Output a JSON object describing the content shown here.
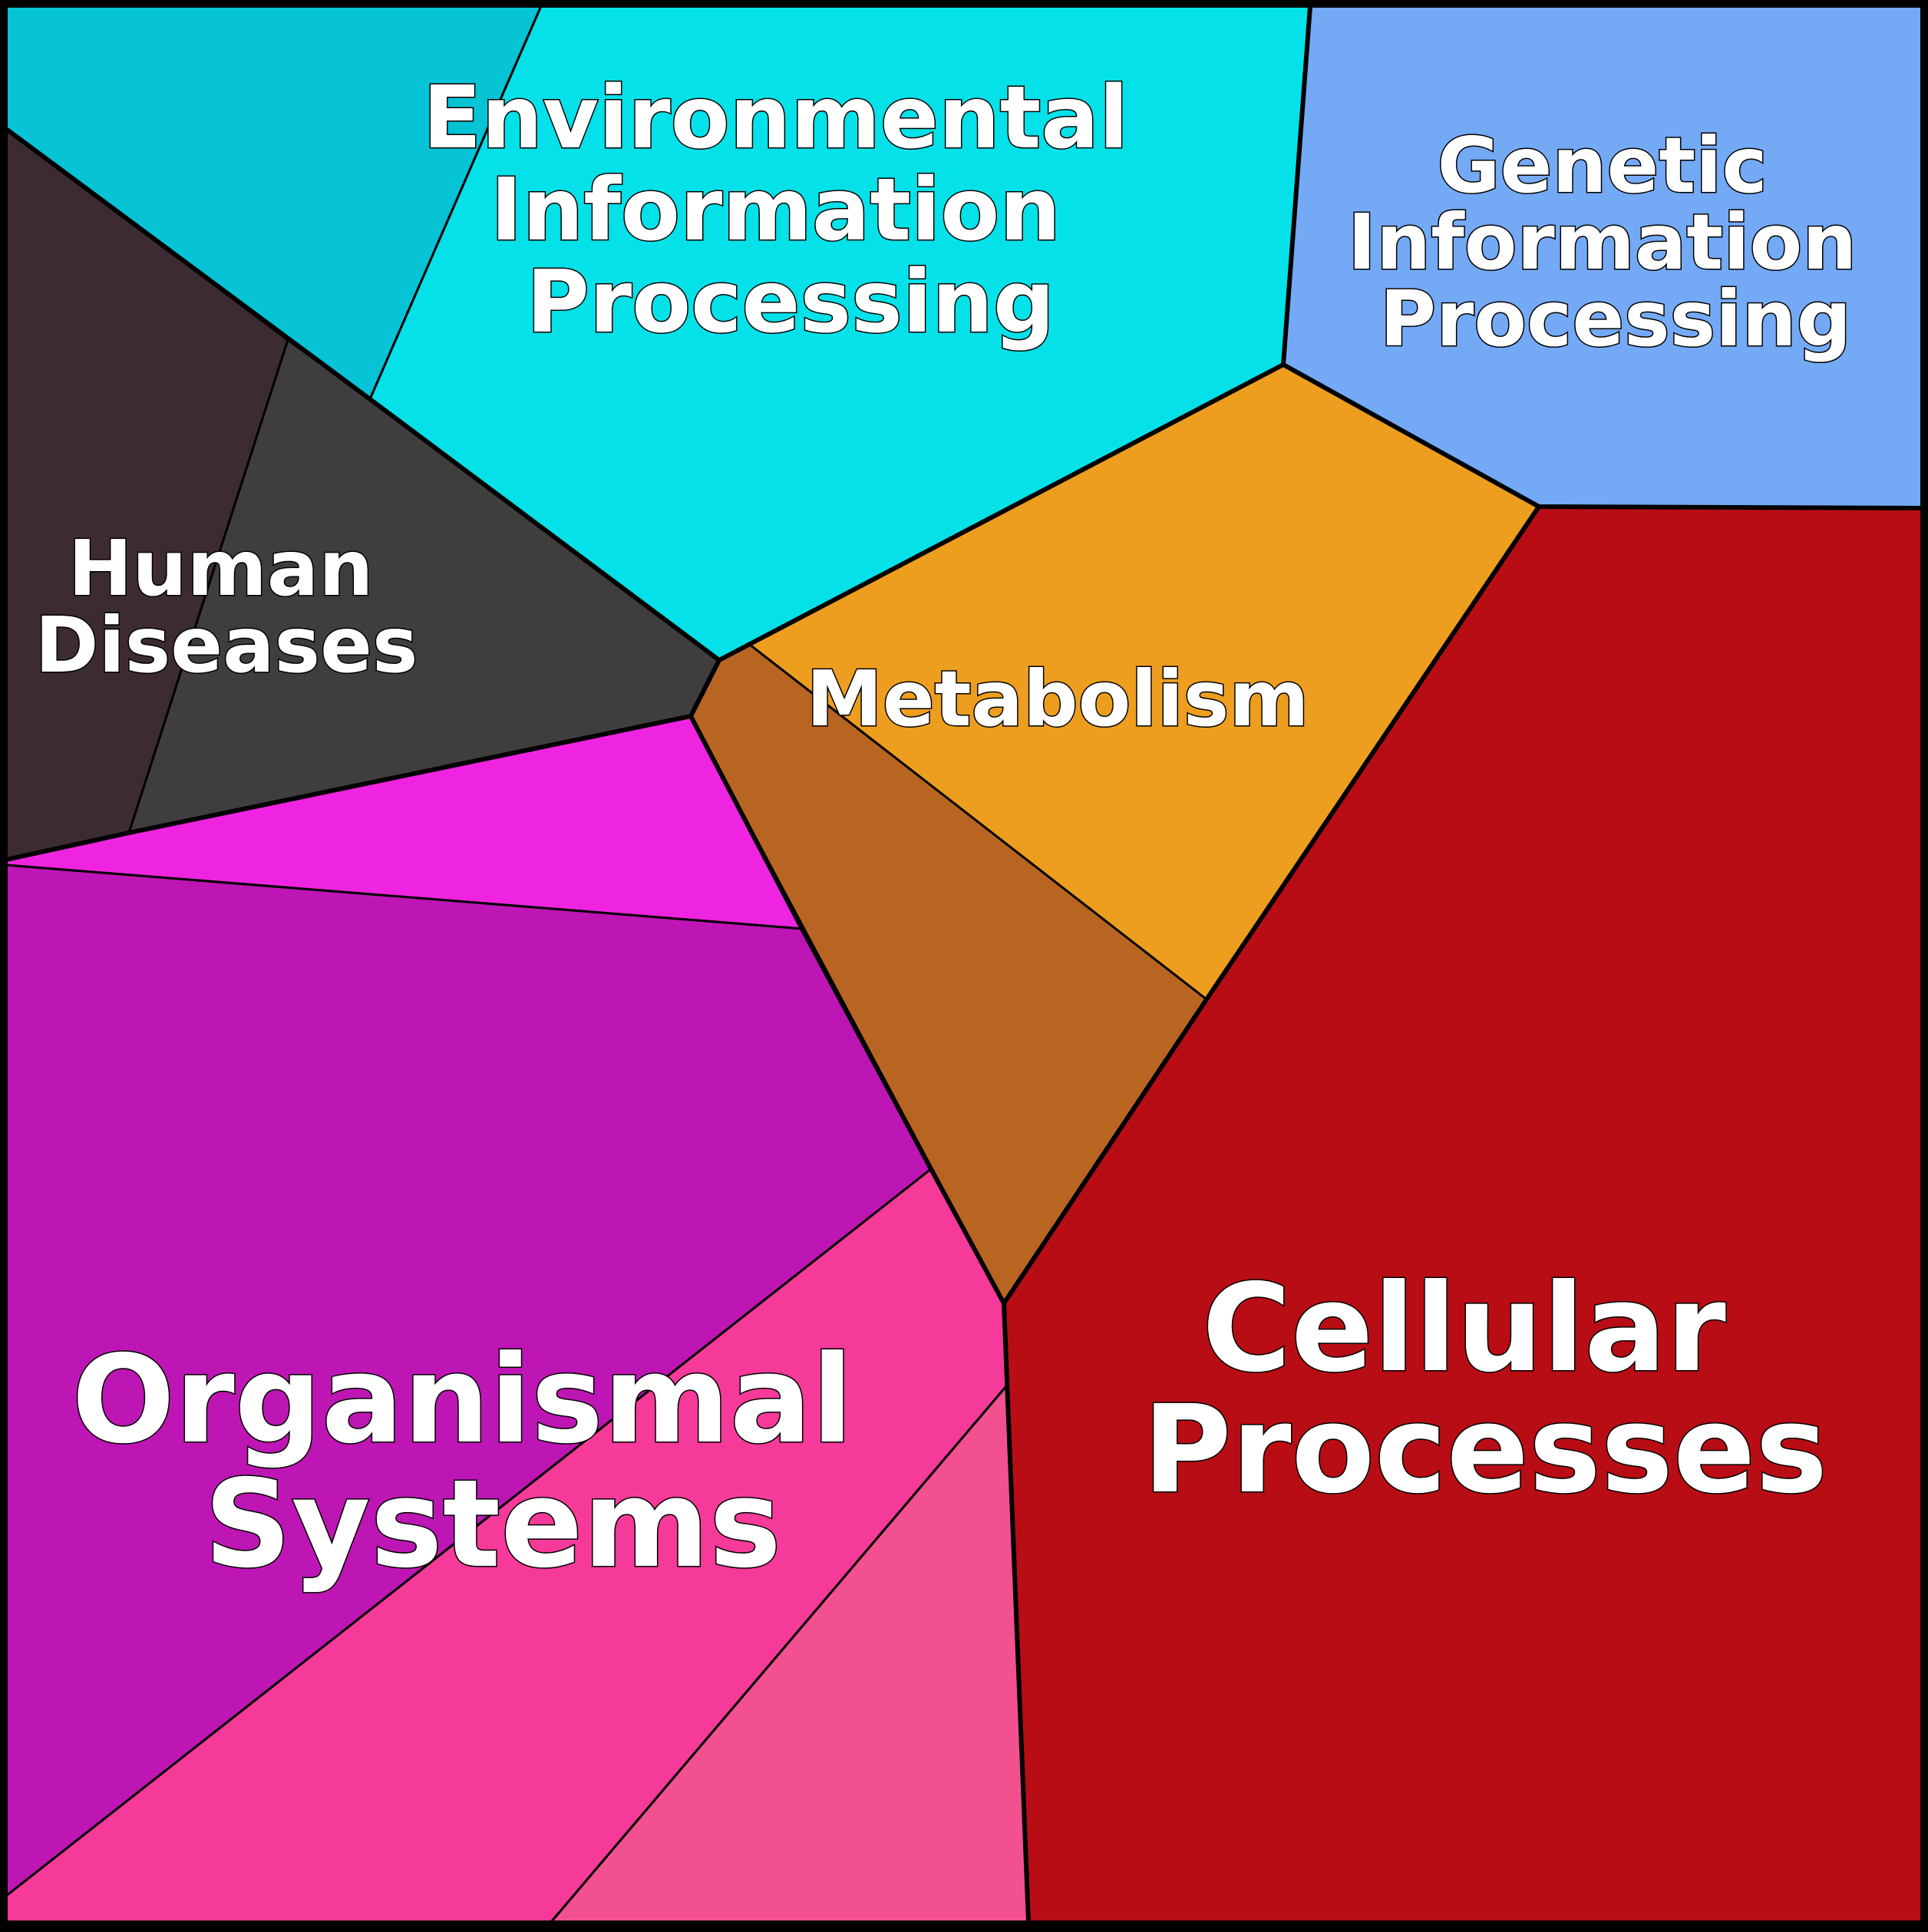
{
  "diagram": {
    "colors": {
      "border": "#000000",
      "label_text": "#ffffff",
      "environmental_a": "#06C3D6",
      "environmental_b": "#05E1E8",
      "genetic": "#74A9F5",
      "human_a": "#3D2B33",
      "human_b": "#403D3E",
      "metabolism_a": "#ED9E1F",
      "metabolism_b": "#B96522",
      "cellular": "#B80D14",
      "organismal_a": "#EE24E0",
      "organismal_b": "#BE16B4",
      "organismal_c": "#F53A99",
      "organismal_d": "#F2508F"
    },
    "categories": [
      {
        "id": "environmental",
        "lines": [
          "Environmental",
          "Information",
          "Processing"
        ]
      },
      {
        "id": "genetic",
        "lines": [
          "Genetic",
          "Information",
          "Processing"
        ]
      },
      {
        "id": "human",
        "lines": [
          "Human",
          "Diseases"
        ]
      },
      {
        "id": "metabolism",
        "lines": [
          "Metabolism"
        ]
      },
      {
        "id": "cellular",
        "lines": [
          "Cellular",
          "Processes"
        ]
      },
      {
        "id": "organismal",
        "lines": [
          "Organismal",
          "Systems"
        ]
      }
    ]
  }
}
